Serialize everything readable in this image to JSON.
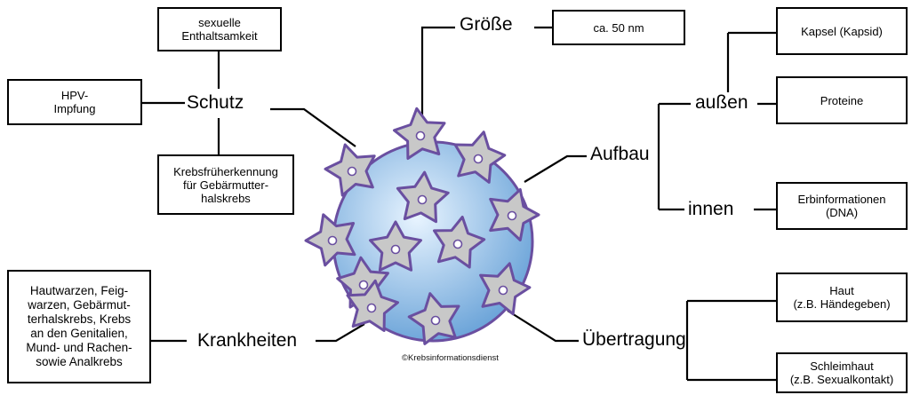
{
  "center": {
    "credit": "©Krebsinformationsdienst",
    "colors": {
      "sphere_light": "#e8f4ff",
      "sphere_dark": "#6aa3d8",
      "star_fill": "#c8c8c8",
      "star_outline": "#6a4fa0"
    }
  },
  "branches": {
    "groesse": {
      "label": "Größe",
      "box": "ca. 50 nm"
    },
    "schutz": {
      "label": "Schutz",
      "boxes": {
        "top": "sexuelle\nEnthaltsamkeit",
        "left": "HPV-\nImpfung",
        "bottom": "Krebsfrüherkennung\nfür Gebärmutter-\nhalskrebs"
      }
    },
    "aufbau": {
      "label": "Aufbau",
      "aussen": {
        "label": "außen",
        "boxes": [
          "Kapsel (Kapsid)",
          "Proteine"
        ]
      },
      "innen": {
        "label": "innen",
        "box": "Erbinformationen\n(DNA)"
      }
    },
    "krankheiten": {
      "label": "Krankheiten",
      "box": "Hautwarzen, Feig-\nwarzen, Gebärmut-\nterhalskrebs, Krebs\nan den Genitalien,\nMund- und Rachen-\nsowie Analkrebs"
    },
    "uebertragung": {
      "label": "Übertragung",
      "boxes": [
        "Haut\n(z.B. Händegeben)",
        "Schleimhaut\n(z.B. Sexualkontakt)"
      ]
    }
  }
}
